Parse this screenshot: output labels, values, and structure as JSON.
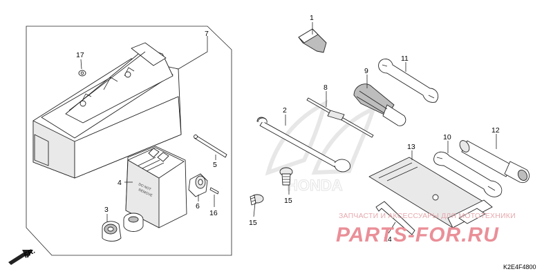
{
  "callouts": {
    "c1": "1",
    "c2": "2",
    "c3": "3",
    "c4": "4",
    "c5": "5",
    "c6": "6",
    "c7": "7",
    "c8": "8",
    "c9": "9",
    "c10": "10",
    "c11": "11",
    "c12": "12",
    "c13": "13",
    "c14": "14",
    "c15a": "15",
    "c15b": "15",
    "c16": "16",
    "c17": "17"
  },
  "fr_marker": "FR.",
  "diagram_code": "K2E4F4800",
  "watermark": {
    "caption": "ЗАПЧАСТИ И АКСЕССУАРЫ ДЛЯ МОТОТЕХНИКИ",
    "logo": "PARTS-FOR.RU",
    "brand": "HONDA"
  },
  "colors": {
    "line": "#222222",
    "watermark": "#ea8f98",
    "shade": "#e9e9e9"
  }
}
